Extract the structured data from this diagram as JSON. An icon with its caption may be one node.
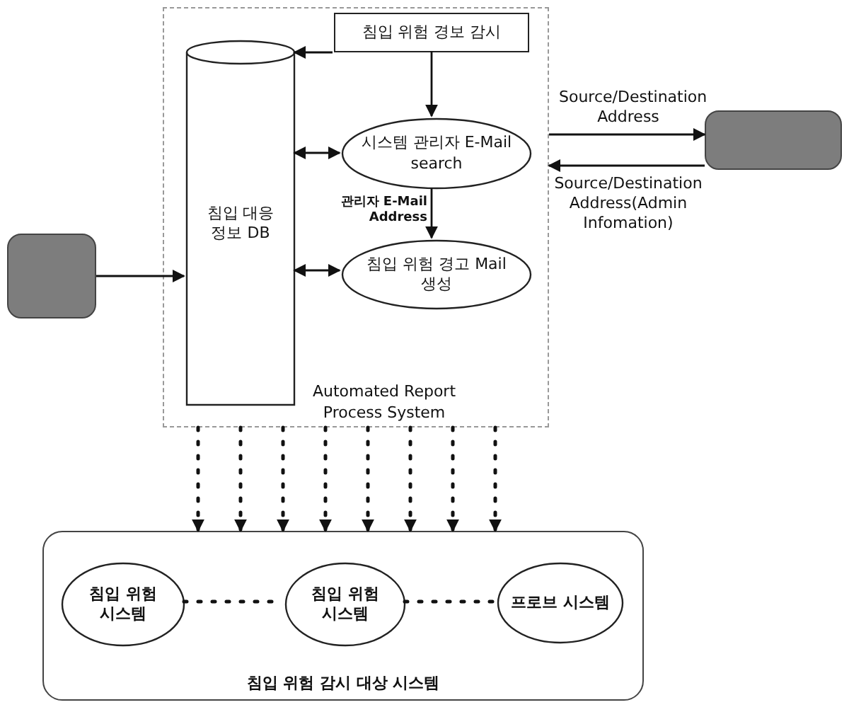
{
  "diagram": {
    "nodes": [
      {
        "text": [
          "Automated Report Process System"
        ]
      },
      {
        "text": [
          "침입 대응 정보 DB"
        ],
        "in": 0
      },
      {
        "text": [
          "침입 위험 경보 감시"
        ],
        "in": 0
      },
      {
        "text": [
          "시스템 관리자 E-Mail search"
        ],
        "in": 0
      },
      {
        "text": [
          "침입 위험 경고 Mail 생성"
        ],
        "in": 0
      },
      {
        "text": [],
        "shape": "box"
      },
      {
        "text": [],
        "shape": "box"
      },
      {
        "text": [
          "침입 위험 감시 대상 시스템"
        ]
      },
      {
        "text": [
          "침입 위험 시스템"
        ],
        "in": 7
      },
      {
        "text": [
          "침입 위험 시스템"
        ],
        "in": 7
      },
      {
        "text": [
          "프로브 시스템"
        ],
        "in": 7
      }
    ],
    "edges": [
      {
        "from": 2,
        "to": 1,
        "arrow": "to"
      },
      {
        "from": 2,
        "to": 3,
        "arrow": "to"
      },
      {
        "from": 3,
        "to": 4,
        "arrow": "to",
        "label": "관리자 E-Mail Address"
      },
      {
        "from": 1,
        "to": 3,
        "arrow": "both"
      },
      {
        "from": 1,
        "to": 4,
        "arrow": "both"
      },
      {
        "from": 5,
        "to": 1,
        "arrow": "to"
      },
      {
        "from": 0,
        "to": 6,
        "arrow": "to",
        "label": "Source/Destination Address"
      },
      {
        "from": 6,
        "to": 0,
        "arrow": "to",
        "label": "Source/Destination Address(Admin Infomation)"
      },
      {
        "from": 0,
        "to": 7,
        "arrow": "to",
        "style": "dashed"
      },
      {
        "from": 0,
        "to": 7,
        "arrow": "to",
        "style": "dashed"
      },
      {
        "from": 0,
        "to": 7,
        "arrow": "to",
        "style": "dashed"
      },
      {
        "from": 0,
        "to": 7,
        "arrow": "to",
        "style": "dashed"
      },
      {
        "from": 0,
        "to": 7,
        "arrow": "to",
        "style": "dashed"
      },
      {
        "from": 0,
        "to": 7,
        "arrow": "to",
        "style": "dashed"
      },
      {
        "from": 0,
        "to": 7,
        "arrow": "to",
        "style": "dashed"
      },
      {
        "from": 0,
        "to": 7,
        "arrow": "to",
        "style": "dashed"
      },
      {
        "from": 8,
        "to": 9,
        "arrow": "none",
        "style": "dashed"
      },
      {
        "from": 9,
        "to": 10,
        "arrow": "none",
        "style": "dashed"
      }
    ]
  }
}
